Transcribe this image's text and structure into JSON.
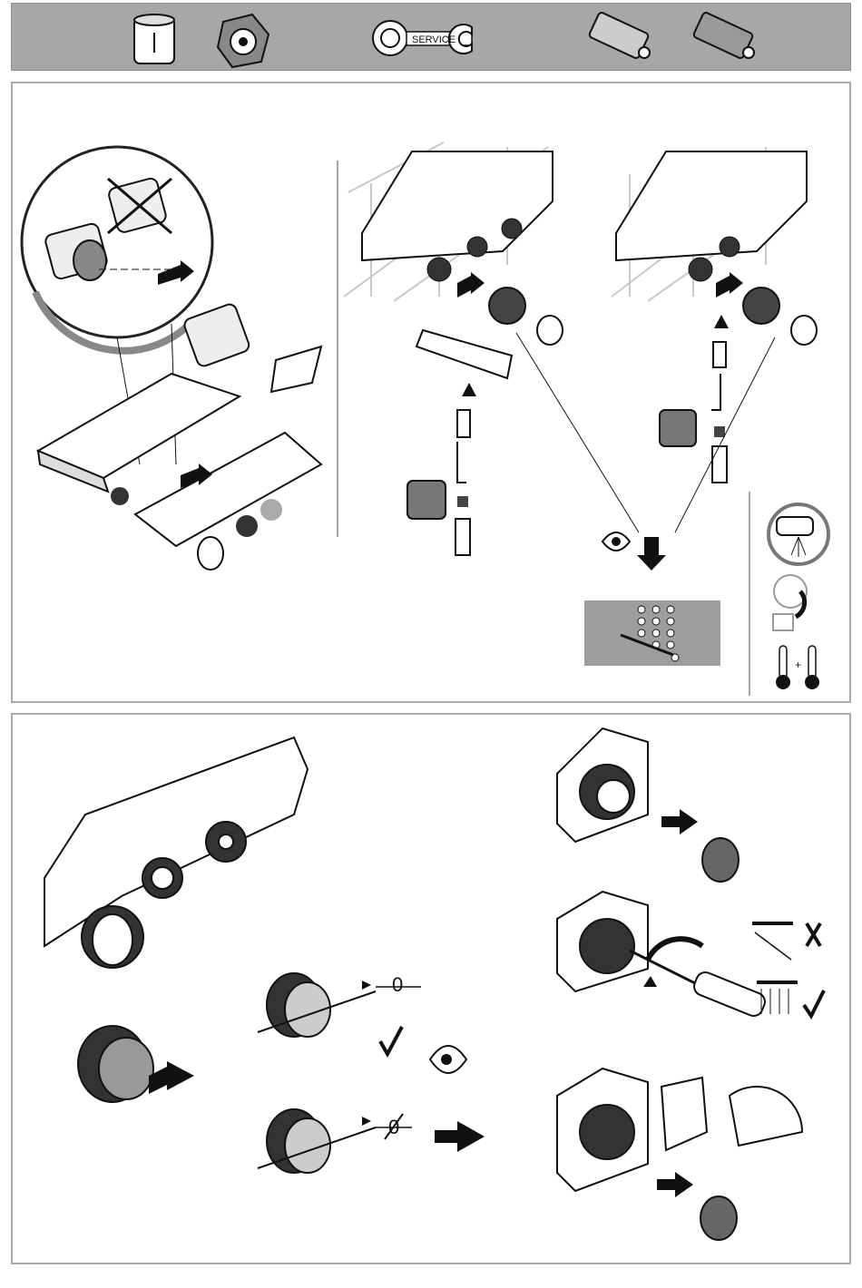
{
  "header": {
    "service_label": "SERVICE",
    "icons": [
      "cartridge-sleeve-icon",
      "cartridge-clip-icon",
      "service-wrench-icon",
      "thermostat-cartridge-icon",
      "thermostat-cartridge-alt-icon"
    ]
  },
  "top_panel": {
    "step_icons": [
      "circular-detail-zoom",
      "shower-thermostat-assembly",
      "aerator-spray-icon",
      "filter-cleaning-icon",
      "thermometer-icon"
    ]
  },
  "bottom_panel": {
    "gap_ok_label": "0",
    "gap_not_ok_label": "0",
    "icons": [
      "checkmark-icon",
      "eye-icon",
      "arrow-right-icon",
      "cross-icon",
      "water-spray-icon"
    ]
  },
  "colors": {
    "header_bg": "#a7a7a7",
    "panel_border": "#a9a9a9",
    "grid_line": "#c8c8c8",
    "grey_box": "#9d9d9d"
  }
}
